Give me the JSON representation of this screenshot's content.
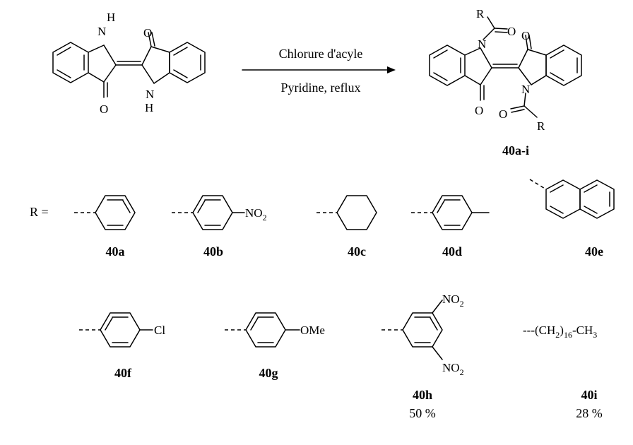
{
  "reaction": {
    "reagent": "Chlorure d'acyle",
    "conditions": "Pyridine, reflux",
    "product_label": "40a-i"
  },
  "atoms": {
    "nh": "N",
    "h": "H",
    "o": "O",
    "r": "R",
    "n": "N"
  },
  "r_equals": "R =",
  "substituents": [
    {
      "label": "40a",
      "group": "phenyl",
      "yield": ""
    },
    {
      "label": "40b",
      "group": "4-nitrophenyl",
      "formula": "NO",
      "sub": "2",
      "yield": ""
    },
    {
      "label": "40c",
      "group": "cyclohexyl",
      "yield": ""
    },
    {
      "label": "40d",
      "group": "4-methylphenyl",
      "yield": ""
    },
    {
      "label": "40e",
      "group": "2-naphthyl",
      "yield": ""
    },
    {
      "label": "40f",
      "group": "4-chlorophenyl",
      "formula": "Cl",
      "yield": ""
    },
    {
      "label": "40g",
      "group": "4-methoxyphenyl",
      "formula": "OMe",
      "yield": ""
    },
    {
      "label": "40h",
      "group": "3,5-dinitrophenyl",
      "formula": "NO",
      "sub": "2",
      "yield": "50 %"
    },
    {
      "label": "40i",
      "group": "heptadecyl",
      "formula_a": "---(CH",
      "sub_a": "2",
      "formula_b": ")",
      "sub_b": "16",
      "formula_c": "-CH",
      "sub_c": "3",
      "yield": "28 %"
    }
  ]
}
